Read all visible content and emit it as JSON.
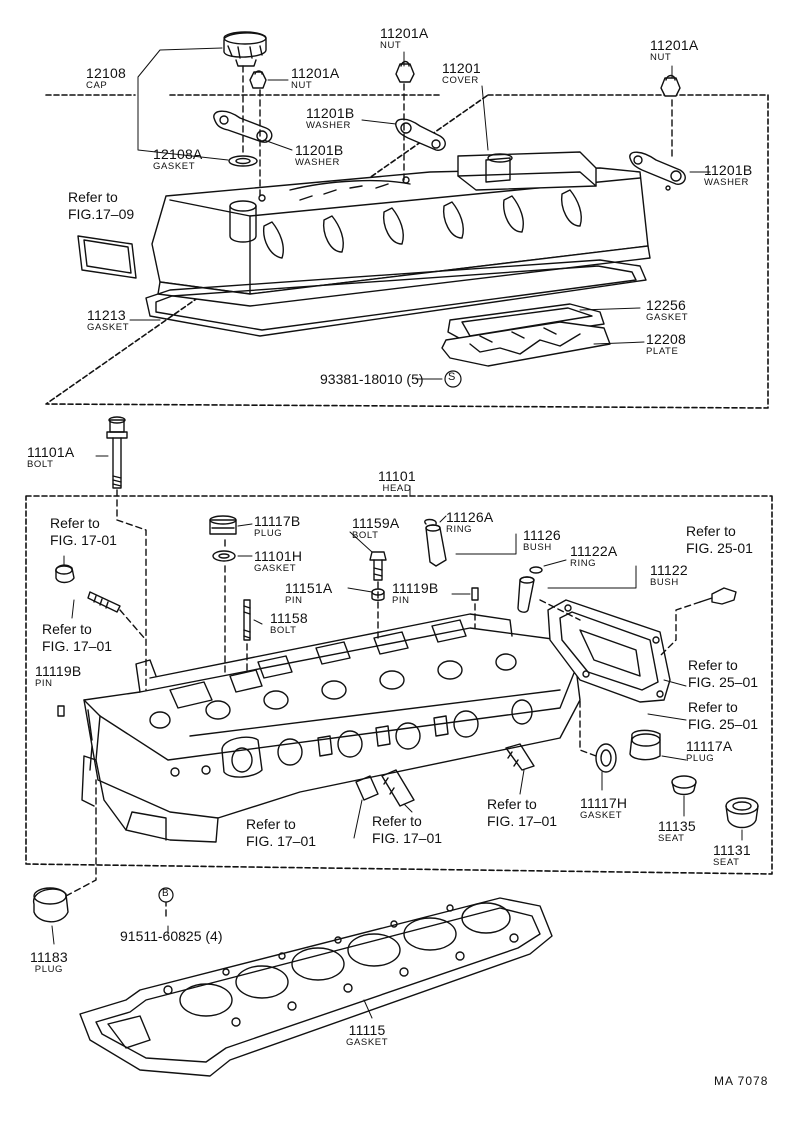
{
  "callouts": [
    {
      "id": "cap",
      "number": "12108",
      "desc": "CAP"
    },
    {
      "id": "cap-gasket",
      "number": "12108A",
      "desc": "GASKET"
    },
    {
      "id": "nut-a",
      "number": "11201A",
      "desc": "NUT"
    },
    {
      "id": "nut-b",
      "number": "11201A",
      "desc": "NUT"
    },
    {
      "id": "nut-c",
      "number": "11201A",
      "desc": "NUT"
    },
    {
      "id": "cover",
      "number": "11201",
      "desc": "COVER"
    },
    {
      "id": "washer-a",
      "number": "11201B",
      "desc": "WASHER"
    },
    {
      "id": "washer-b",
      "number": "11201B",
      "desc": "WASHER"
    },
    {
      "id": "washer-c",
      "number": "11201B",
      "desc": "WASHER"
    },
    {
      "id": "cover-gasket",
      "number": "11213",
      "desc": "GASKET"
    },
    {
      "id": "plate-gasket",
      "number": "12256",
      "desc": "GASKET"
    },
    {
      "id": "plate",
      "number": "12208",
      "desc": "PLATE"
    },
    {
      "id": "head-bolt",
      "number": "11101A",
      "desc": "BOLT"
    },
    {
      "id": "head",
      "number": "11101",
      "desc": "HEAD"
    },
    {
      "id": "plug-top",
      "number": "11117B",
      "desc": "PLUG"
    },
    {
      "id": "plug-gasket",
      "number": "11101H",
      "desc": "GASKET"
    },
    {
      "id": "bolt-11159a",
      "number": "11159A",
      "desc": "BOLT"
    },
    {
      "id": "ring-11126a",
      "number": "11126A",
      "desc": "RING"
    },
    {
      "id": "bush-11126",
      "number": "11126",
      "desc": "BUSH"
    },
    {
      "id": "ring-11122a",
      "number": "11122A",
      "desc": "RING"
    },
    {
      "id": "bush-11122",
      "number": "11122",
      "desc": "BUSH"
    },
    {
      "id": "pin-11151a",
      "number": "11151A",
      "desc": "PIN"
    },
    {
      "id": "pin-11119b-top",
      "number": "11119B",
      "desc": "PIN"
    },
    {
      "id": "bolt-11158",
      "number": "11158",
      "desc": "BOLT"
    },
    {
      "id": "pin-11119b-left",
      "number": "11119B",
      "desc": "PIN"
    },
    {
      "id": "plug-11117a",
      "number": "11117A",
      "desc": "PLUG"
    },
    {
      "id": "gasket-11117h",
      "number": "11117H",
      "desc": "GASKET"
    },
    {
      "id": "seat-11135",
      "number": "11135",
      "desc": "SEAT"
    },
    {
      "id": "seat-11131",
      "number": "11131",
      "desc": "SEAT"
    },
    {
      "id": "plug-11183",
      "number": "11183",
      "desc": "PLUG"
    },
    {
      "id": "head-gasket",
      "number": "11115",
      "desc": "GASKET"
    }
  ],
  "refs": [
    {
      "line1": "Refer to",
      "line2": "FIG.17–09"
    },
    {
      "line1": "Refer to",
      "line2": "FIG. 17-01"
    },
    {
      "line1": "Refer to",
      "line2": "FIG. 17–01"
    },
    {
      "line1": "Refer to",
      "line2": "FIG. 25-01"
    },
    {
      "line1": "Refer to",
      "line2": "FIG. 25–01"
    },
    {
      "line1": "Refer to",
      "line2": "FIG. 25–01"
    },
    {
      "line1": "Refer to",
      "line2": "FIG. 17–01"
    },
    {
      "line1": "Refer to",
      "line2": "FIG. 17–01"
    },
    {
      "line1": "Refer to",
      "line2": "FIG. 17–01"
    }
  ],
  "standard_parts": [
    {
      "number": "93381-18010 (5)",
      "mark": "S"
    },
    {
      "number": "91511-60825 (4)",
      "mark": "B"
    }
  ],
  "footer": {
    "code": "MA  7078"
  }
}
